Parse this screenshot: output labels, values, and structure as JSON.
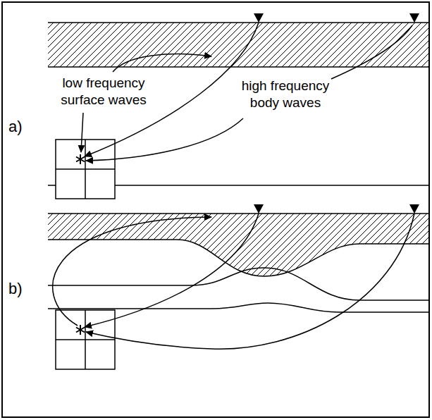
{
  "diagram": {
    "labels": [
      "a)",
      "low frequency surface waves",
      "high frequency body waves",
      "b)"
    ]
  }
}
